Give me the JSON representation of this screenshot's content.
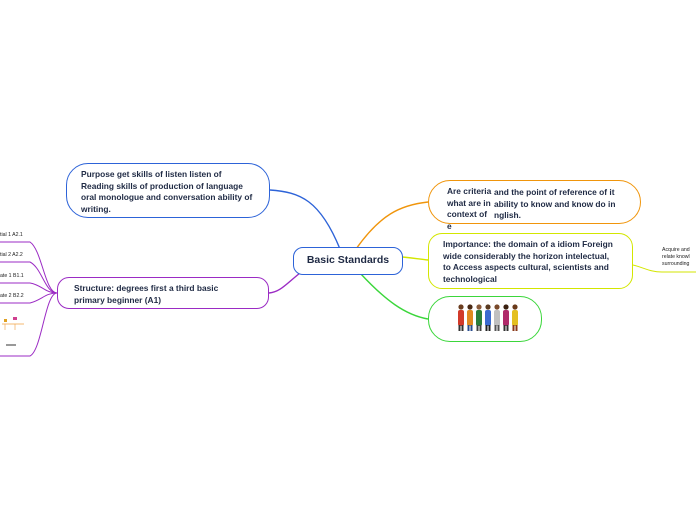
{
  "central": {
    "title": "Basic Standards"
  },
  "purpose": {
    "text": "Purpose  get skills of listen  listen of Reading skills of production of language oral monologue and conversation ability of writing.",
    "lines": [
      "Purpose  get skills of listen  listen of",
      "Reading skills of production of language",
      "oral monologue and conversation ability of",
      "writing."
    ]
  },
  "criteria": {
    "left_lines": [
      "Are criteria",
      "what are in",
      "context of e"
    ],
    "right_lines": [
      "and the point of reference of it",
      "ability to know and know do in",
      "nglish."
    ]
  },
  "importance": {
    "lines": [
      "Importance: the domain of a idiom Foreign",
      "wide considerably the horizon intelectual,",
      "to Access aspects cultural, scientists and",
      "technological"
    ]
  },
  "structure": {
    "lines": [
      "Structure: degrees first a third basic",
      "primary beginner (A1)"
    ]
  },
  "structure_children": [
    "tial 1 A2.1",
    "tial 2 A2.2",
    "ate 1 B1.1",
    "ate 2 B2.2"
  ],
  "importance_child": {
    "lines": [
      "Acquire and",
      "relate knowl",
      "surrounding"
    ]
  },
  "colors": {
    "blue": "#2d63d8",
    "orange": "#f0950b",
    "yellow": "#d3e600",
    "green": "#3bd63b",
    "purple": "#9b2bc4"
  }
}
